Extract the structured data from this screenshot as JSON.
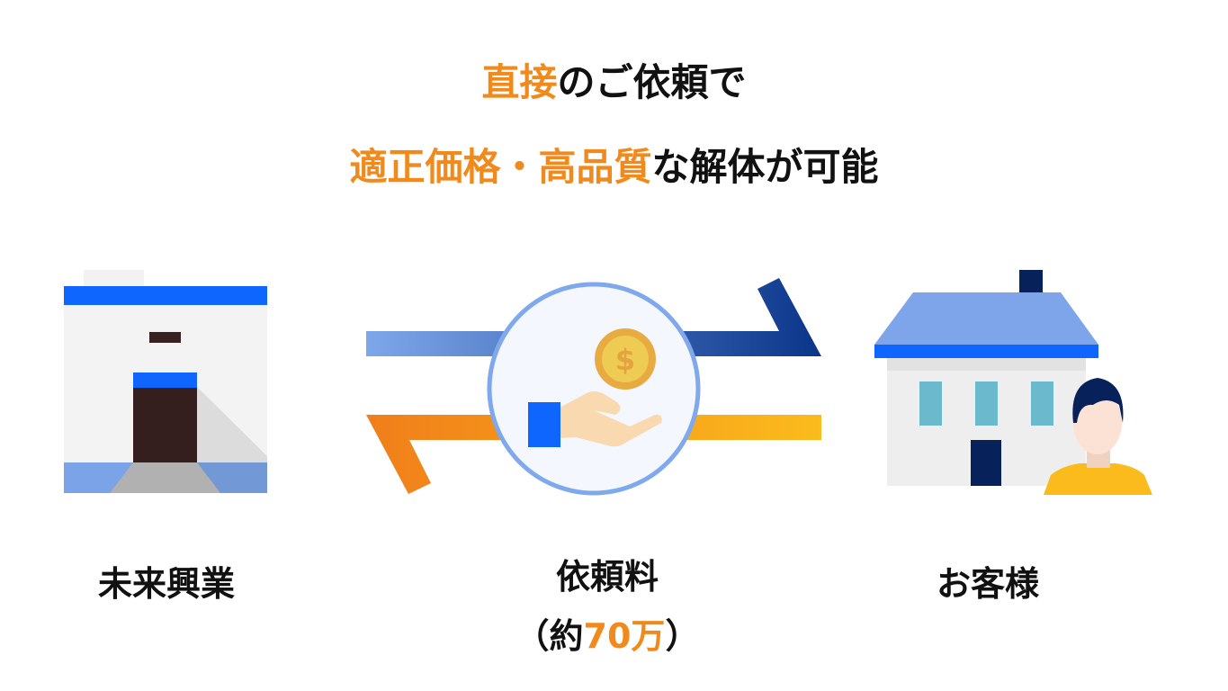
{
  "title": {
    "line1": {
      "highlight": "直接",
      "rest": "のご依頼で"
    },
    "line2": {
      "highlight": "適正価格・高品質",
      "rest": "な解体が可能"
    }
  },
  "labels": {
    "company": "未来興業",
    "fee_label": "依頼料",
    "fee_open": "（約",
    "fee_amount": "70万",
    "fee_close": "）",
    "customer": "お客様"
  },
  "colors": {
    "accent": "#f08a1c",
    "blue": "#0f66ff",
    "navy": "#07215a"
  }
}
